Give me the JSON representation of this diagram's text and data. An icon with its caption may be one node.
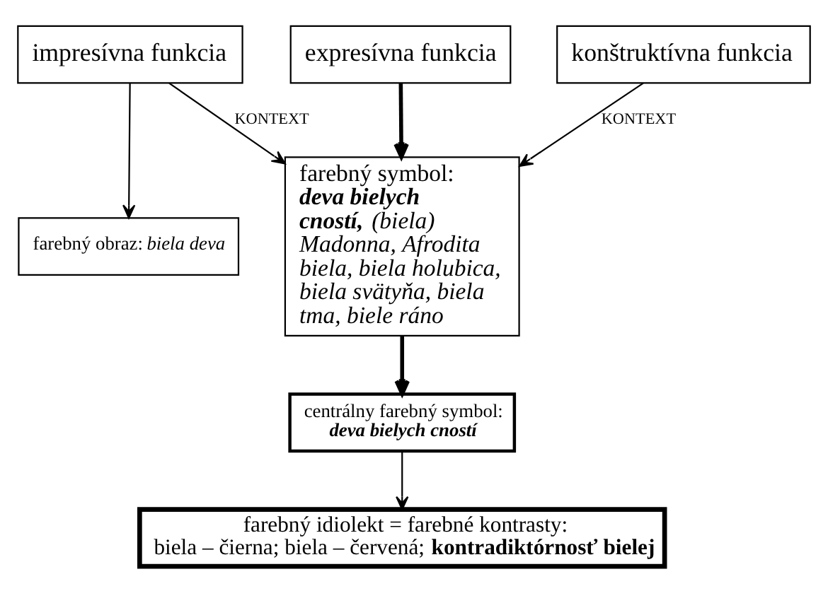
{
  "diagram": {
    "nodes": [
      {
        "text": [
          "impresívna funkcia"
        ]
      },
      {
        "text": [
          "farebný obraz: *biela deva*"
        ]
      },
      {
        "text": [
          "expresívna funkcia"
        ]
      },
      {
        "text": [
          "farebný symbol:",
          "**deva bielych cností,** (biela) Madonna, Afrodita biela, biela holubica, biela svätyňa, biela tma, biele ráno"
        ]
      },
      {
        "text": [
          "konštruktívna funkcia"
        ]
      },
      {
        "text": [
          "centrálny farebný symbol:",
          "deva bielych cností"
        ]
      },
      {
        "text": [
          "farebný idiolekt = farebné kontrasty:",
          "biela – čierna; biela – červená; **kontradiktórnosť bielej**"
        ]
      }
    ],
    "edges": [
      {
        "from": 0,
        "to": 1,
        "arrow": "to"
      },
      {
        "from": 0,
        "to": 3,
        "arrow": "to",
        "label": "KONTEXT"
      },
      {
        "from": 2,
        "to": 3,
        "arrow": "to",
        "style": "thick"
      },
      {
        "from": 4,
        "to": 3,
        "arrow": "to",
        "label": "KONTEXT"
      },
      {
        "from": 3,
        "to": 5,
        "arrow": "to",
        "style": "thick"
      },
      {
        "from": 5,
        "to": 6,
        "arrow": "to"
      }
    ]
  }
}
